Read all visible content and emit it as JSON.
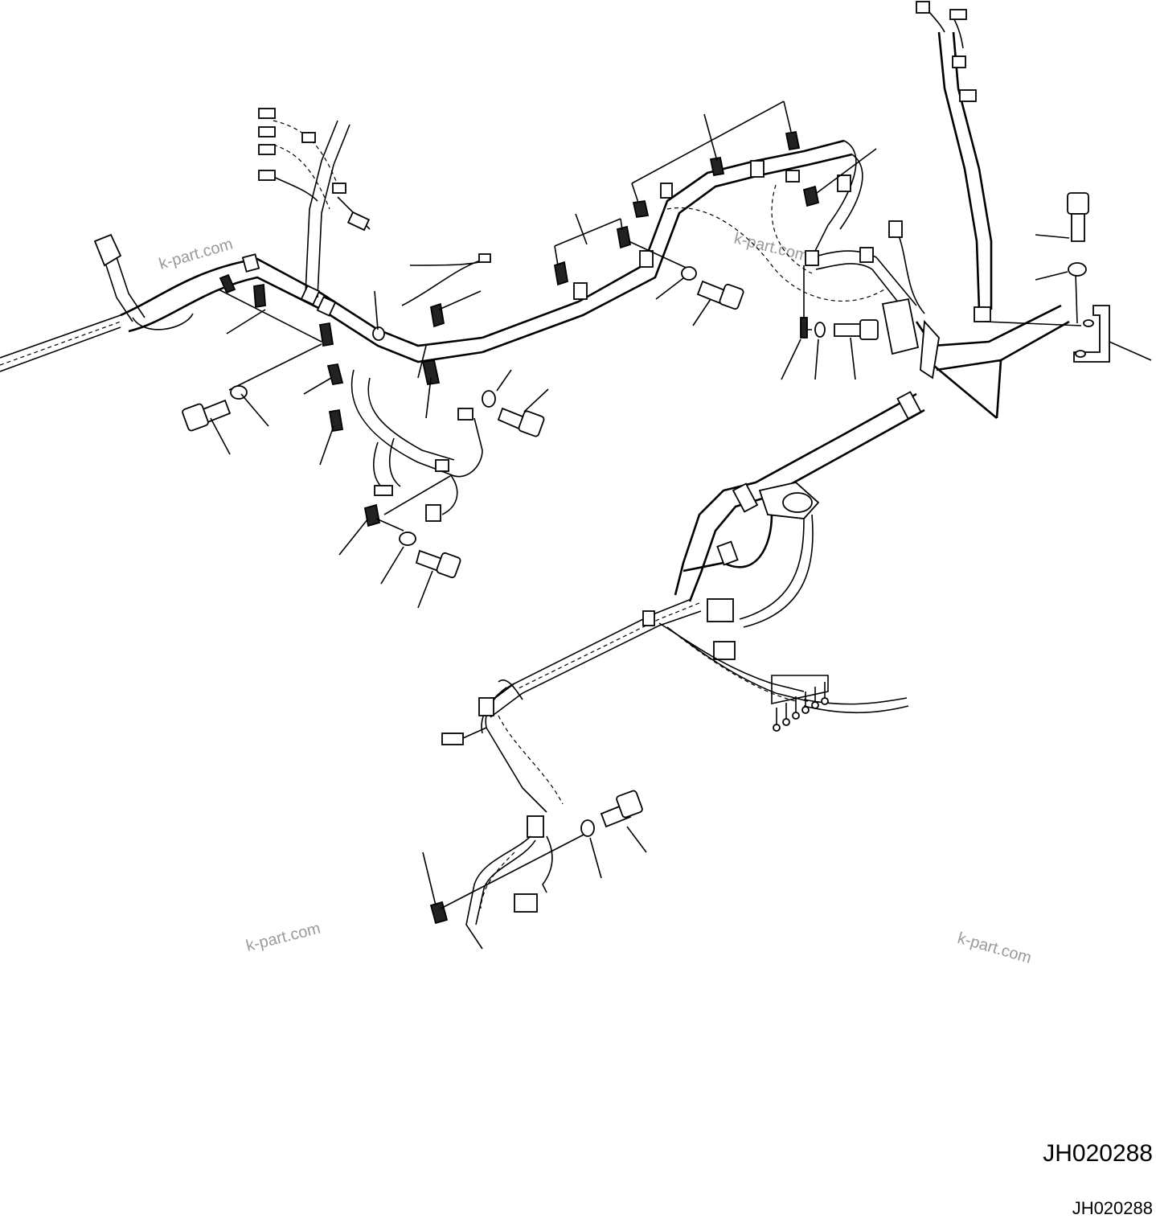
{
  "drawing": {
    "id_large": "JH020288",
    "id_small": "JH020288"
  },
  "watermarks": [
    "k-part.com",
    "k-part.com",
    "k-part.com",
    "k-part.com"
  ]
}
